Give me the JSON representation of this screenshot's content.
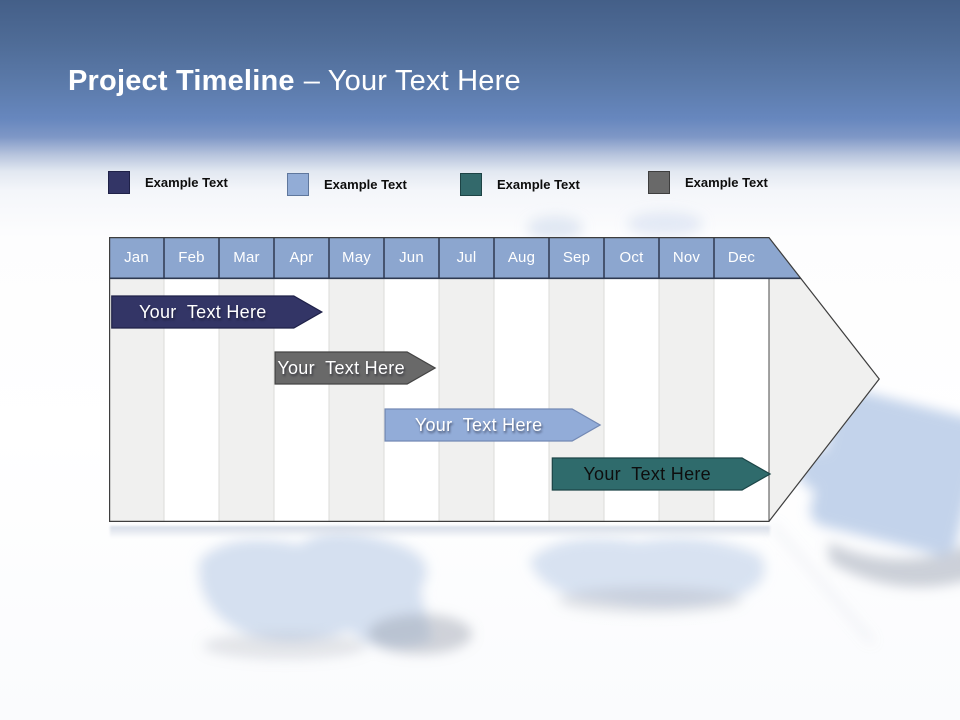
{
  "slide": {
    "title_bold": "Project Timeline",
    "title_regular": "– Your Text Here"
  },
  "legend": {
    "items": [
      {
        "label": "Example Text",
        "color": "#333566",
        "border": "#1F2148"
      },
      {
        "label": "Example Text",
        "color": "#92ACD6",
        "border": "#5F779D"
      },
      {
        "label": "Example Text",
        "color": "#33696B",
        "border": "#1D4345"
      },
      {
        "label": "Example Text",
        "color": "#696969",
        "border": "#3E3E3E"
      }
    ]
  },
  "chart_data": {
    "type": "gantt-timeline",
    "title": "Project Timeline",
    "categories": [
      "Jan",
      "Feb",
      "Mar",
      "Apr",
      "May",
      "Jun",
      "Jul",
      "Aug",
      "Sep",
      "Oct",
      "Nov",
      "Dec"
    ],
    "axis": {
      "unit": "month",
      "range_start": "Jan",
      "range_end": "Dec"
    },
    "tasks": [
      {
        "label": "Your  Text Here",
        "start_month": "Jan",
        "end_month": "Apr",
        "start": 0.05,
        "end": 3.87,
        "fill": "#333566",
        "stroke": "#1F2148",
        "text_color": "#FFFFFF"
      },
      {
        "label": "Your  Text Here",
        "start_month": "Apr",
        "end_month": "Jun",
        "start": 3.02,
        "end": 5.93,
        "fill": "#696969",
        "stroke": "#444444",
        "text_color": "#FFFFFF"
      },
      {
        "label": "Your  Text Here",
        "start_month": "Jun",
        "end_month": "Sep",
        "start": 5.02,
        "end": 8.93,
        "fill": "#92ACD8",
        "stroke": "#7389B4",
        "text_color": "#FFFFFF"
      },
      {
        "label": "Your  Text Here",
        "start_month": "Sep",
        "end_month": "Dec",
        "start": 8.06,
        "end": 12.02,
        "fill": "#2F6B6C",
        "stroke": "#1C4547",
        "text_color": "#0E0E0E"
      }
    ],
    "colors": {
      "header_fill": "#8CA6CF",
      "header_divider": "#2E3951",
      "stripe_gray": "#F0F0EF",
      "stripe_white": "#FFFFFF",
      "column_divider": "#DBDBDA",
      "outline": "#3E3E3E"
    },
    "legend_entries": [
      "Example Text",
      "Example Text",
      "Example Text",
      "Example Text"
    ],
    "grid": "vertical month columns, alternating shading",
    "legend_position": "top"
  }
}
